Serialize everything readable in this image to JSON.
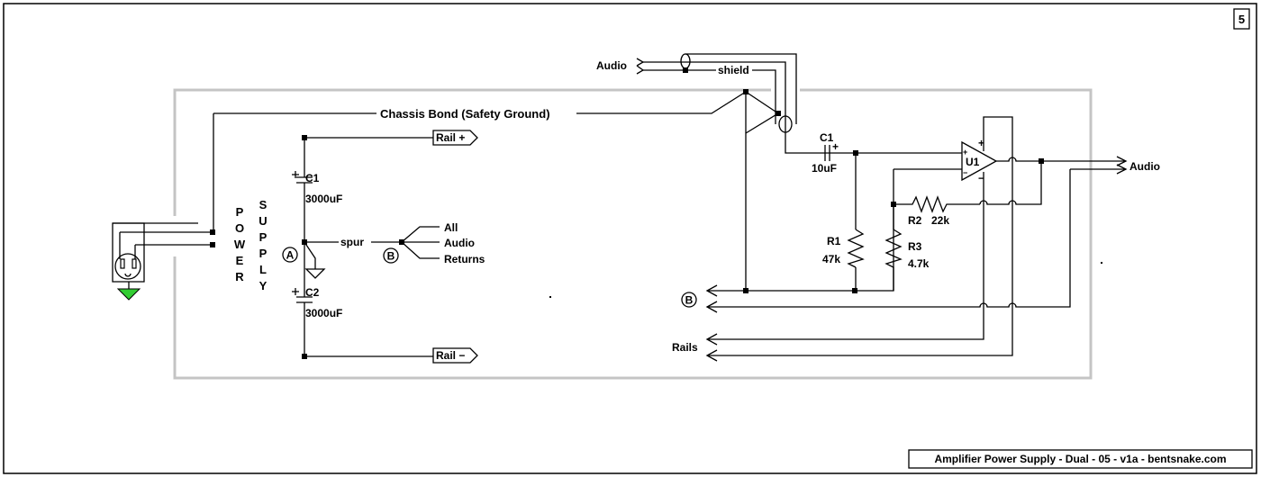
{
  "page_number": "5",
  "title_block": "Amplifier Power Supply - Dual - 05 - v1a - bentsnake.com",
  "labels": {
    "audio_in": "Audio",
    "shield": "shield",
    "chassis_bond": "Chassis Bond (Safety Ground)",
    "rail_plus": "Rail +",
    "rail_minus": "Rail −",
    "c1_top": "C1",
    "c1_top_value": "3000uF",
    "c2": "C2",
    "c2_value": "3000uF",
    "node_a": "A",
    "node_b": "B",
    "node_b_return": "B",
    "spur": "spur",
    "all": "All",
    "audio_mid": "Audio",
    "returns": "Returns",
    "power_letters": [
      "P",
      "O",
      "W",
      "E",
      "R"
    ],
    "supply_letters": [
      "S",
      "U",
      "P",
      "P",
      "L",
      "Y"
    ],
    "c1_amp": "C1",
    "c1_amp_value": "10uF",
    "plus_sign": "+",
    "u1": "U1",
    "opamp_plus": "+",
    "opamp_minus": "−",
    "opamp_in_plus": "+",
    "opamp_in_minus": "−",
    "r1": "R1",
    "r1_value": "47k",
    "r2": "R2",
    "r2_value": "22k",
    "r3": "R3",
    "r3_value": "4.7k",
    "audio_out": "Audio",
    "rails": "Rails"
  },
  "colors": {
    "chassis_outline": "#c4c4c4",
    "ground_symbol": "#33cc33"
  }
}
